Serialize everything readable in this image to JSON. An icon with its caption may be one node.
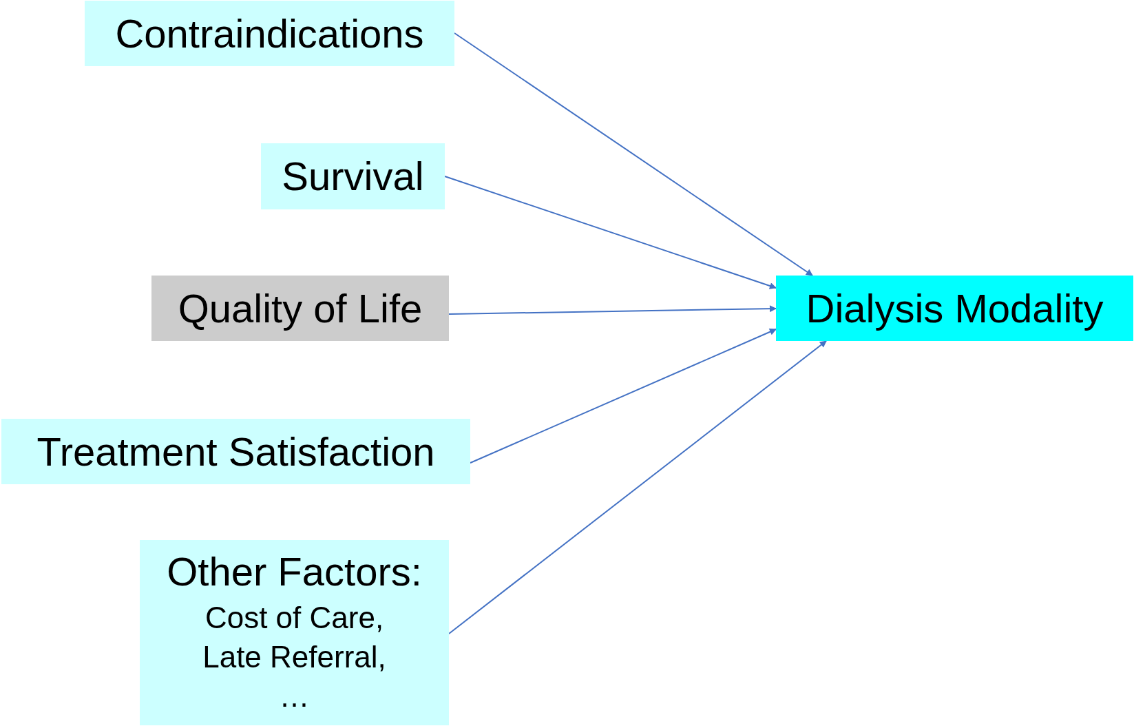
{
  "diagram": {
    "nodes": [
      {
        "text": [
          "Contraindications"
        ]
      },
      {
        "text": [
          "Survival"
        ]
      },
      {
        "text": [
          "Quality of Life"
        ]
      },
      {
        "text": [
          "Treatment Satisfaction"
        ]
      },
      {
        "text": [
          "Other Factors:",
          "Cost of Care, Late Referral, …"
        ]
      },
      {
        "text": [
          "Dialysis Modality"
        ]
      }
    ],
    "edges": [
      {
        "from": 0,
        "to": 5,
        "arrow": "to"
      },
      {
        "from": 1,
        "to": 5,
        "arrow": "to"
      },
      {
        "from": 2,
        "to": 5,
        "arrow": "to"
      },
      {
        "from": 3,
        "to": 5,
        "arrow": "to"
      },
      {
        "from": 4,
        "to": 5,
        "arrow": "to"
      }
    ]
  }
}
